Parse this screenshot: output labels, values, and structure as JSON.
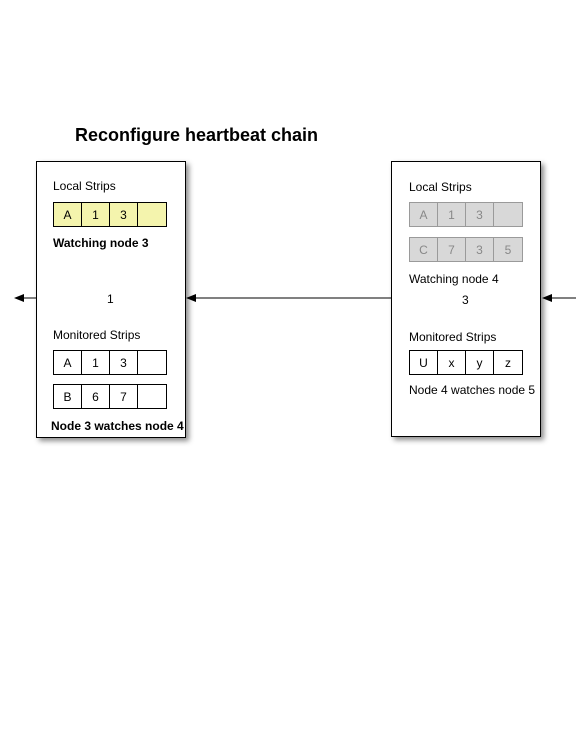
{
  "title": "Reconfigure heartbeat chain",
  "left_node": {
    "local_label": "Local Strips",
    "local_strip": [
      "A",
      "1",
      "3",
      ""
    ],
    "watching": "Watching node 3",
    "number": "1",
    "monitored_label": "Monitored Strips",
    "monitored_strips": [
      [
        "A",
        "1",
        "3",
        ""
      ],
      [
        "B",
        "6",
        "7",
        ""
      ]
    ],
    "footer": "Node 3 watches node 4"
  },
  "right_node": {
    "local_label": "Local Strips",
    "local_strips": [
      [
        "A",
        "1",
        "3",
        ""
      ],
      [
        "C",
        "7",
        "3",
        "5"
      ]
    ],
    "watching": "Watching node 4",
    "number": "3",
    "monitored_label": "Monitored Strips",
    "monitored_strip": [
      "U",
      "x",
      "y",
      "z"
    ],
    "footer": "Node 4 watches node 5"
  },
  "colors": {
    "local_highlight": "#f4f4ad",
    "inactive_strip": "#d8d8d8"
  }
}
